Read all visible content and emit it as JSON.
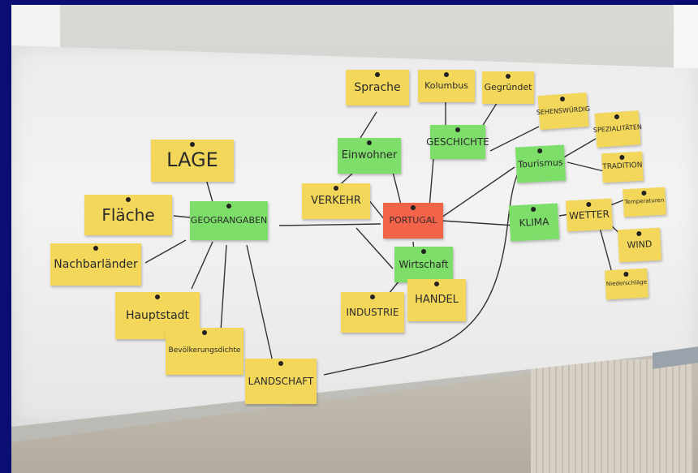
{
  "notes": {
    "sprache": "Sprache",
    "kolumbus": "Kolumbus",
    "gegruendet": "Gegründet",
    "sehenswuerdig": "SEHENSWÜRDIG",
    "spezialitaeten": "SPEZIALITÄTEN",
    "lage": "LAGE",
    "einwohner": "Einwohner",
    "geschichte": "GESCHICHTE",
    "tourismus": "Tourismus",
    "tradition": "TRADITION",
    "flaeche": "Fläche",
    "geo_angaben": "GEOGRANGABEN",
    "verkehr": "VERKEHR",
    "portugal": "PORTUGAL",
    "klima": "KLIMA",
    "wetter": "WETTER",
    "temperaturen": "Temperaturen",
    "nachbarlaender": "Nachbarländer",
    "wirtschaft": "Wirtschaft",
    "wind": "WIND",
    "niederschlaege": "Niederschläge",
    "hauptstadt": "Hauptstadt",
    "industrie": "INDUSTRIE",
    "handel": "HANDEL",
    "bevoelkerungsdichte": "Bevölkerungsdichte",
    "landschaft": "LANDSCHAFT"
  },
  "colors": {
    "frame": "#0a0e72",
    "note_yellow": "#f3d75a",
    "note_green": "#7dde6a",
    "note_red": "#f3634a"
  }
}
